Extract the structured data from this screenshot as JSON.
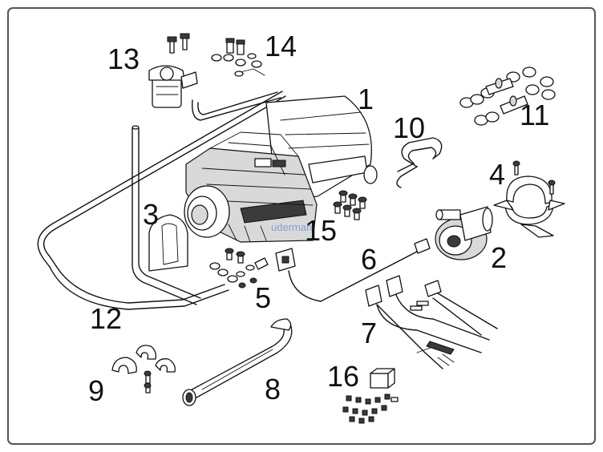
{
  "figure": {
    "title": "Heater kit exploded parts diagram",
    "colors": {
      "ink": "#111111",
      "frame": "#555555",
      "watermark": "#6f8fc8",
      "background": "#ffffff"
    }
  },
  "callouts": [
    {
      "id": "1",
      "label": "1"
    },
    {
      "id": "2",
      "label": "2"
    },
    {
      "id": "3",
      "label": "3"
    },
    {
      "id": "4",
      "label": "4"
    },
    {
      "id": "5",
      "label": "5"
    },
    {
      "id": "6",
      "label": "6"
    },
    {
      "id": "7",
      "label": "7"
    },
    {
      "id": "8",
      "label": "8"
    },
    {
      "id": "9",
      "label": "9"
    },
    {
      "id": "10",
      "label": "10"
    },
    {
      "id": "11",
      "label": "11"
    },
    {
      "id": "12",
      "label": "12"
    },
    {
      "id": "13",
      "label": "13"
    },
    {
      "id": "14",
      "label": "14"
    },
    {
      "id": "15",
      "label": "15"
    },
    {
      "id": "16",
      "label": "16"
    }
  ],
  "watermark": {
    "text": "uderman"
  }
}
